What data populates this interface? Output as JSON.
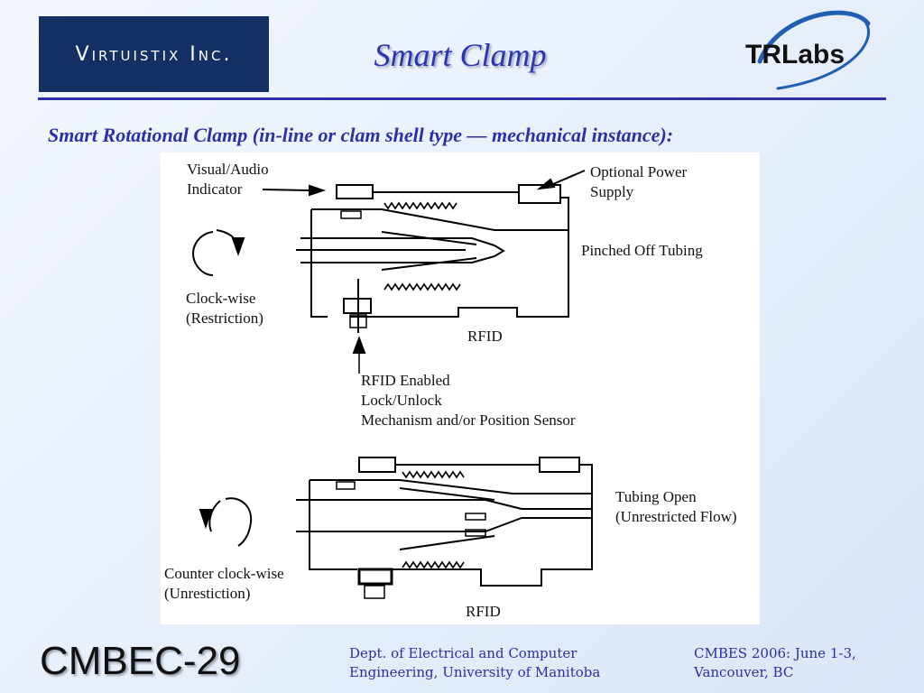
{
  "header": {
    "company_logo_text": "Virtuistix Inc.",
    "title": "Smart Clamp",
    "partner_logo_text": "TRLabs"
  },
  "subtitle": "Smart Rotational Clamp (in-line or clam shell type — mechanical instance):",
  "diagram": {
    "top": {
      "indicator_line1": "Visual/Audio",
      "indicator_line2": "Indicator",
      "power_line1": "Optional Power",
      "power_line2": "Supply",
      "tubing_state": "Pinched Off Tubing",
      "rotation_line1": "Clock-wise",
      "rotation_line2": "(Restriction)",
      "rfid": "RFID",
      "lock_line1": "RFID Enabled",
      "lock_line2": "Lock/Unlock",
      "lock_line3": "Mechanism and/or Position Sensor"
    },
    "bottom": {
      "tubing_line1": "Tubing Open",
      "tubing_line2": "(Unrestricted Flow)",
      "rotation_line1": "Counter clock-wise",
      "rotation_line2": "(Unrestiction)",
      "rfid": "RFID"
    }
  },
  "footer": {
    "slide_id": "CMBEC-29",
    "dept_line1": "Dept. of Electrical and Computer",
    "dept_line2": "Engineering, University of Manitoba",
    "conf_line1": "CMBES 2006: June 1-3,",
    "conf_line2": "Vancouver, BC"
  },
  "colors": {
    "accent": "#2b2fa8",
    "logo_bg": "#142f63",
    "trlabs_blue": "#1f5fb4"
  }
}
